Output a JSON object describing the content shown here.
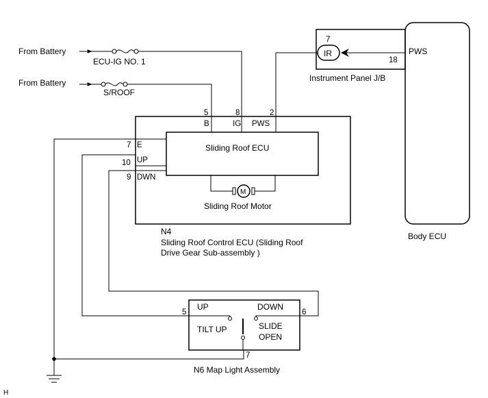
{
  "sources": {
    "battery1": "From Battery",
    "battery2": "From Battery"
  },
  "fuses": {
    "ecu_ig": "ECU-IG NO. 1",
    "sroof": "S/ROOF"
  },
  "instrument_panel": {
    "label": "Instrument Panel J/B",
    "ir_label": "IR",
    "pin_top": "7",
    "pin_right": "18"
  },
  "body_ecu": {
    "label": "Body ECU",
    "pin_label": "PWS"
  },
  "n4": {
    "code": "N4",
    "desc_line1": "Sliding Roof Control ECU (Sliding Roof",
    "desc_line2": "Drive Gear Sub-assembly )",
    "ecu_label": "Sliding Roof ECU",
    "motor_label": "Sliding Roof Motor",
    "motor_symbol": "M",
    "pins": {
      "b_num": "5",
      "b_name": "B",
      "ig_num": "8",
      "ig_name": "IG",
      "pws_num": "2",
      "pws_name": "PWS",
      "e_num": "7",
      "e_name": "E",
      "up_num": "10",
      "up_name": "UP",
      "dwn_num": "9",
      "dwn_name": "DWN"
    }
  },
  "n6": {
    "label": "N6 Map Light Assembly",
    "up": "UP",
    "down": "DOWN",
    "tilt_up": "TILT UP",
    "slide": "SLIDE",
    "open": "OPEN",
    "pin5": "5",
    "pin6": "6",
    "pin7": "7"
  },
  "corner_mark": "H"
}
